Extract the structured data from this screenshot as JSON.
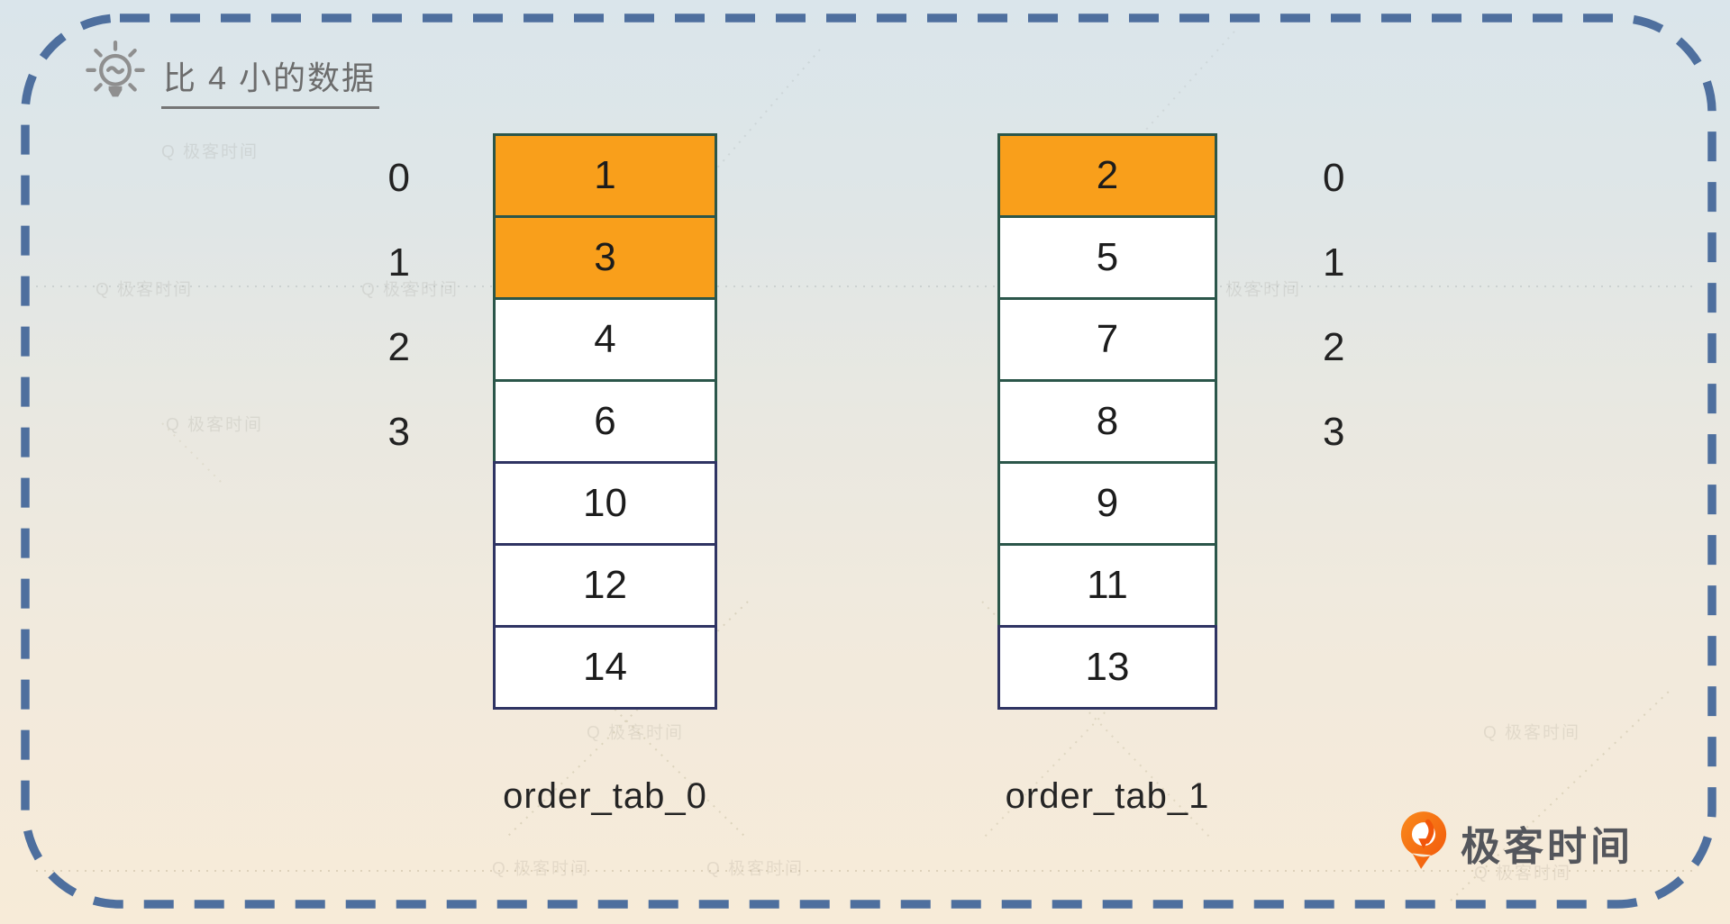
{
  "title": {
    "text": "比 4 小的数据"
  },
  "colors": {
    "highlight": "#F99F1B",
    "teal": "#2B564A",
    "navy": "#2F3463",
    "dash_border": "#4E6F9E",
    "cell_bg": "#FFFFFF",
    "title_text": "#6C6C6C",
    "logo_orange": "#F2560A"
  },
  "tables": [
    {
      "label": "order_tab_0",
      "indices": [
        "0",
        "1",
        "2",
        "3"
      ],
      "cells": [
        {
          "value": "1",
          "highlighted": true,
          "border": "teal"
        },
        {
          "value": "3",
          "highlighted": true,
          "border": "teal"
        },
        {
          "value": "4",
          "highlighted": false,
          "border": "teal"
        },
        {
          "value": "6",
          "highlighted": false,
          "border": "teal"
        },
        {
          "value": "10",
          "highlighted": false,
          "border": "navy"
        },
        {
          "value": "12",
          "highlighted": false,
          "border": "navy"
        },
        {
          "value": "14",
          "highlighted": false,
          "border": "navy"
        }
      ]
    },
    {
      "label": "order_tab_1",
      "indices": [
        "0",
        "1",
        "2",
        "3"
      ],
      "cells": [
        {
          "value": "2",
          "highlighted": true,
          "border": "teal"
        },
        {
          "value": "5",
          "highlighted": false,
          "border": "teal"
        },
        {
          "value": "7",
          "highlighted": false,
          "border": "teal"
        },
        {
          "value": "8",
          "highlighted": false,
          "border": "teal"
        },
        {
          "value": "9",
          "highlighted": false,
          "border": "teal"
        },
        {
          "value": "11",
          "highlighted": false,
          "border": "teal"
        },
        {
          "value": "13",
          "highlighted": false,
          "border": "navy"
        }
      ]
    }
  ],
  "logo": {
    "text": "极客时间"
  },
  "watermark": {
    "text": "Q 极客时间"
  }
}
